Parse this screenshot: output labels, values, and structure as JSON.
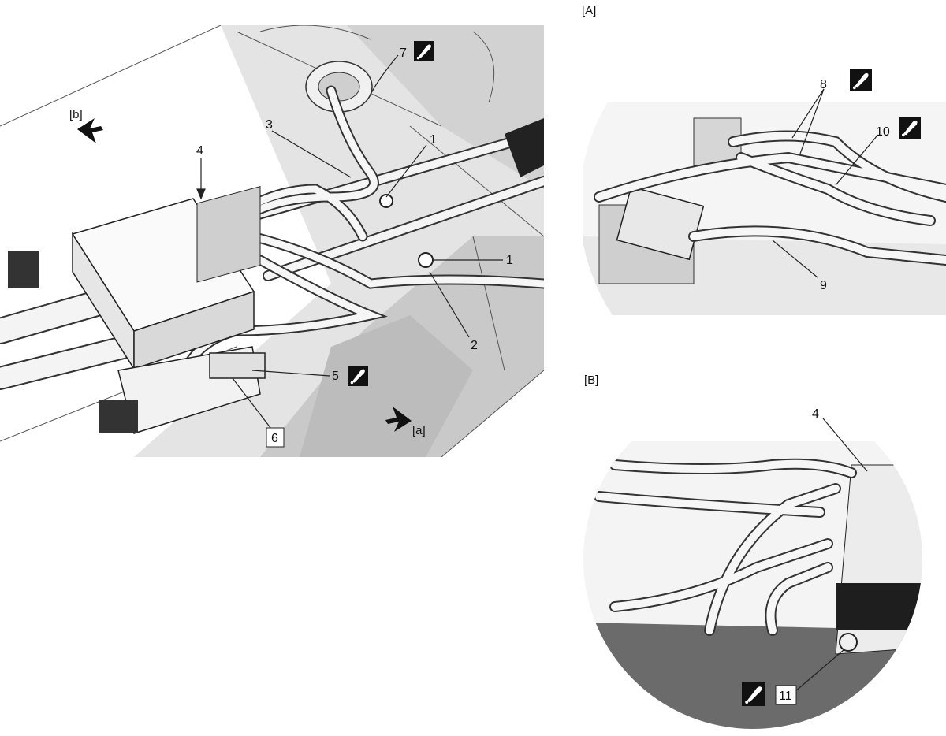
{
  "main_view": {
    "arrow_labels": {
      "b": "[b]",
      "a": "[a]"
    },
    "callouts": {
      "c1a": "1",
      "c1b": "1",
      "c2": "2",
      "c3": "3",
      "c4": "4",
      "c5": "5",
      "c6": "6",
      "c7": "7"
    }
  },
  "detail_a": {
    "label": "[A]",
    "callouts": {
      "c8": "8",
      "c9": "9",
      "c10": "10"
    }
  },
  "detail_b": {
    "label": "[B]",
    "callouts": {
      "c4": "4",
      "c11": "11"
    }
  },
  "icons": [
    "torque-wrench-icon"
  ]
}
